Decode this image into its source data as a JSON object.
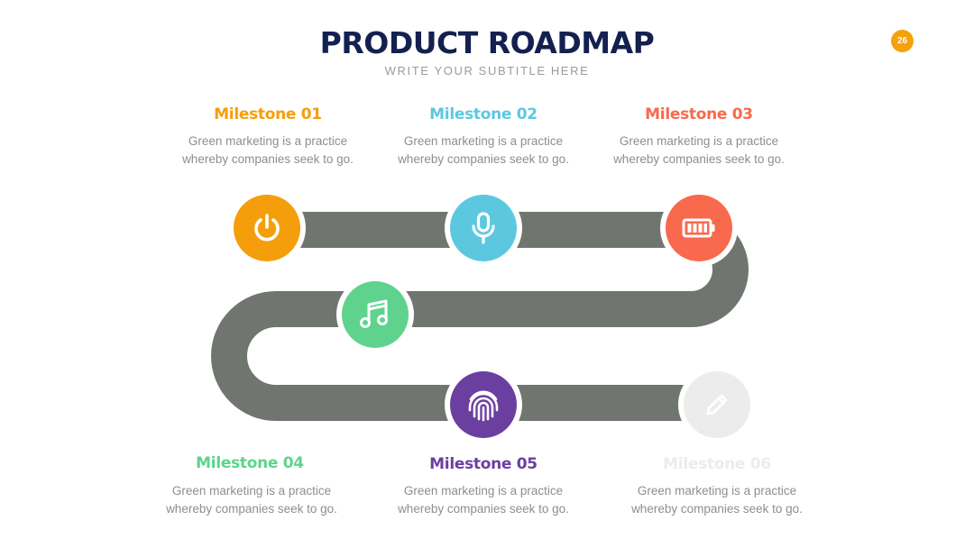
{
  "header": {
    "title": "PRODUCT ROADMAP",
    "subtitle": "WRITE YOUR SUBTITLE HERE",
    "page_number": "26"
  },
  "colors": {
    "road": "#707570",
    "title": "#14204f",
    "badge": "#f5a20a"
  },
  "milestones": [
    {
      "title": "Milestone 01",
      "desc_line1": "Green marketing is a practice",
      "desc_line2": "whereby companies seek to go.",
      "color": "#f59e0b",
      "icon": "power-icon"
    },
    {
      "title": "Milestone 02",
      "desc_line1": "Green marketing is a practice",
      "desc_line2": "whereby companies seek to go.",
      "color": "#5cc8e0",
      "icon": "microphone-icon"
    },
    {
      "title": "Milestone 03",
      "desc_line1": "Green marketing is a practice",
      "desc_line2": "whereby companies seek to go.",
      "color": "#f8694d",
      "icon": "battery-icon"
    },
    {
      "title": "Milestone 04",
      "desc_line1": "Green marketing is a practice",
      "desc_line2": "whereby companies seek to go.",
      "color": "#5fd38d",
      "icon": "music-note-icon"
    },
    {
      "title": "Milestone 05",
      "desc_line1": "Green marketing is a practice",
      "desc_line2": "whereby companies seek to go.",
      "color": "#6b3fa0",
      "icon": "fingerprint-icon"
    },
    {
      "title": "Milestone 06",
      "desc_line1": "Green marketing is a practice",
      "desc_line2": "whereby companies seek to go.",
      "color": "#ececec",
      "icon": "pencil-icon"
    }
  ]
}
